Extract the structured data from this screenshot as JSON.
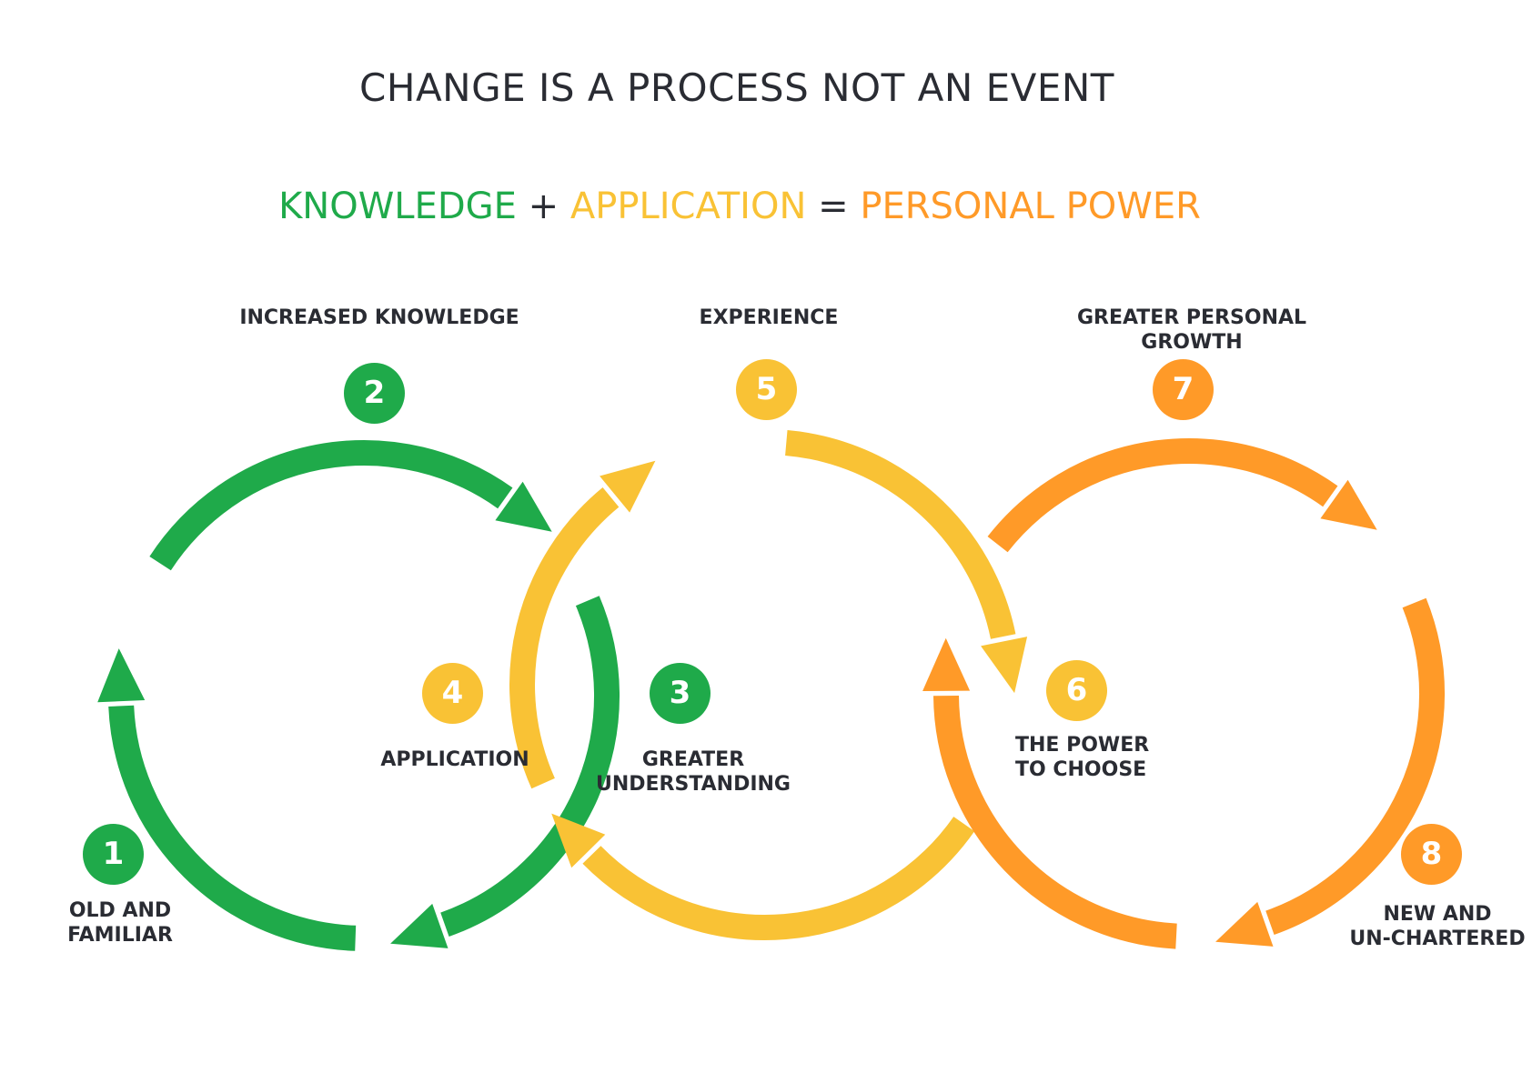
{
  "title": "CHANGE IS A PROCESS NOT AN EVENT",
  "equation": {
    "knowledge": "KNOWLEDGE",
    "plus": "+",
    "application": "APPLICATION",
    "equals": "=",
    "power": "PERSONAL POWER"
  },
  "colors": {
    "green": "#1faa4a",
    "yellow": "#f9c235",
    "orange": "#ff9a28",
    "text": "#2a2c33"
  },
  "steps": [
    {
      "number": "1",
      "label_lines": [
        "OLD AND",
        "FAMILIAR"
      ],
      "color": "green"
    },
    {
      "number": "2",
      "label_lines": [
        "INCREASED KNOWLEDGE"
      ],
      "color": "green"
    },
    {
      "number": "3",
      "label_lines": [
        "GREATER",
        "UNDERSTANDING"
      ],
      "color": "green"
    },
    {
      "number": "4",
      "label_lines": [
        "APPLICATION"
      ],
      "color": "yellow"
    },
    {
      "number": "5",
      "label_lines": [
        "EXPERIENCE"
      ],
      "color": "yellow"
    },
    {
      "number": "6",
      "label_lines": [
        "THE POWER",
        "TO CHOOSE"
      ],
      "color": "yellow"
    },
    {
      "number": "7",
      "label_lines": [
        "GREATER PERSONAL",
        "GROWTH"
      ],
      "color": "orange"
    },
    {
      "number": "8",
      "label_lines": [
        "NEW AND",
        "UN-CHARTERED"
      ],
      "color": "orange"
    }
  ]
}
